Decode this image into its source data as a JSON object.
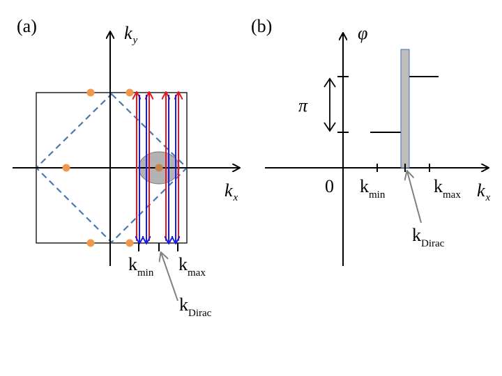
{
  "panel_a": {
    "tag": "(a)",
    "axis_y": "k",
    "axis_y_sub": "y",
    "axis_x": "k",
    "axis_x_sub": "x",
    "kmin_main": "k",
    "kmin_sub": "min",
    "kmax_main": "k",
    "kmax_sub": "max",
    "kdirac_main": "k",
    "kdirac_sub": "Dirac",
    "colors": {
      "up_arrows": "#e8141b",
      "down_arrows": "#1a1ae6",
      "dashed_diamond": "#4a78b0",
      "dots": "#f0994a",
      "ellipse": "#9a9a9a"
    }
  },
  "panel_b": {
    "tag": "(b)",
    "axis_y": "φ",
    "axis_x": "k",
    "axis_x_sub": "x",
    "origin": "0",
    "pi": "π",
    "kmin_main": "k",
    "kmin_sub": "min",
    "kmax_main": "k",
    "kmax_sub": "max",
    "kdirac_main": "k",
    "kdirac_sub": "Dirac",
    "colors": {
      "bar_fill": "#bdbdbd",
      "bar_stroke": "#4a6fa5"
    }
  }
}
